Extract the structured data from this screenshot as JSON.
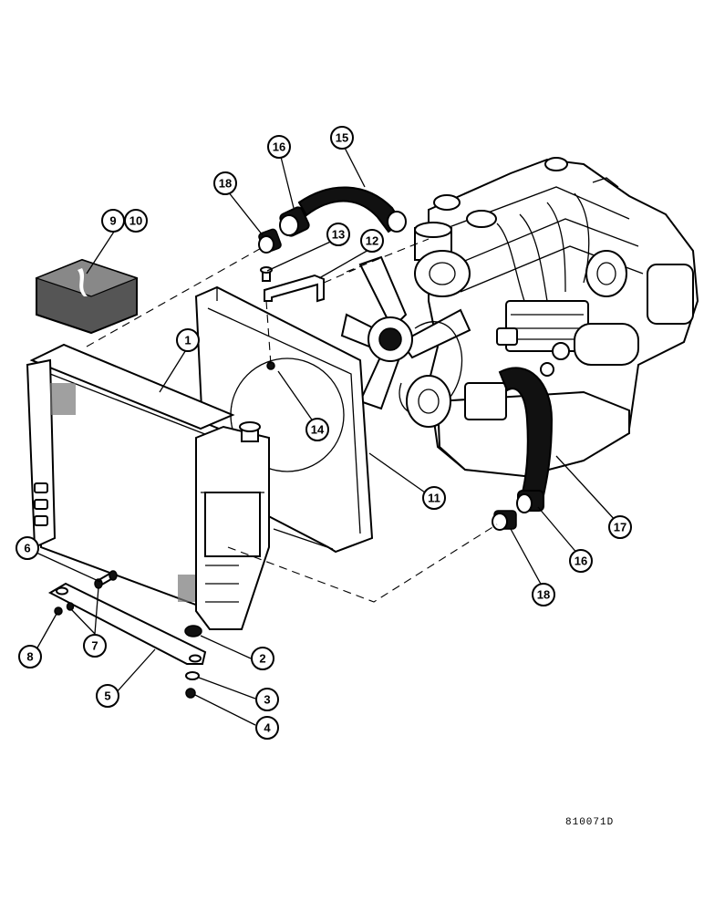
{
  "callouts": [
    {
      "id": "c1",
      "label": "1"
    },
    {
      "id": "c2",
      "label": "2"
    },
    {
      "id": "c3",
      "label": "3"
    },
    {
      "id": "c4",
      "label": "4"
    },
    {
      "id": "c5",
      "label": "5"
    },
    {
      "id": "c6",
      "label": "6"
    },
    {
      "id": "c7",
      "label": "7"
    },
    {
      "id": "c8",
      "label": "8"
    },
    {
      "id": "c9",
      "label": "9"
    },
    {
      "id": "c10",
      "label": "10"
    },
    {
      "id": "c11",
      "label": "11"
    },
    {
      "id": "c12",
      "label": "12"
    },
    {
      "id": "c13",
      "label": "13"
    },
    {
      "id": "c14",
      "label": "14"
    },
    {
      "id": "c15",
      "label": "15"
    },
    {
      "id": "c16a",
      "label": "16"
    },
    {
      "id": "c16b",
      "label": "16"
    },
    {
      "id": "c17",
      "label": "17"
    },
    {
      "id": "c18a",
      "label": "18"
    },
    {
      "id": "c18b",
      "label": "18"
    }
  ],
  "reference_code": "810071D"
}
